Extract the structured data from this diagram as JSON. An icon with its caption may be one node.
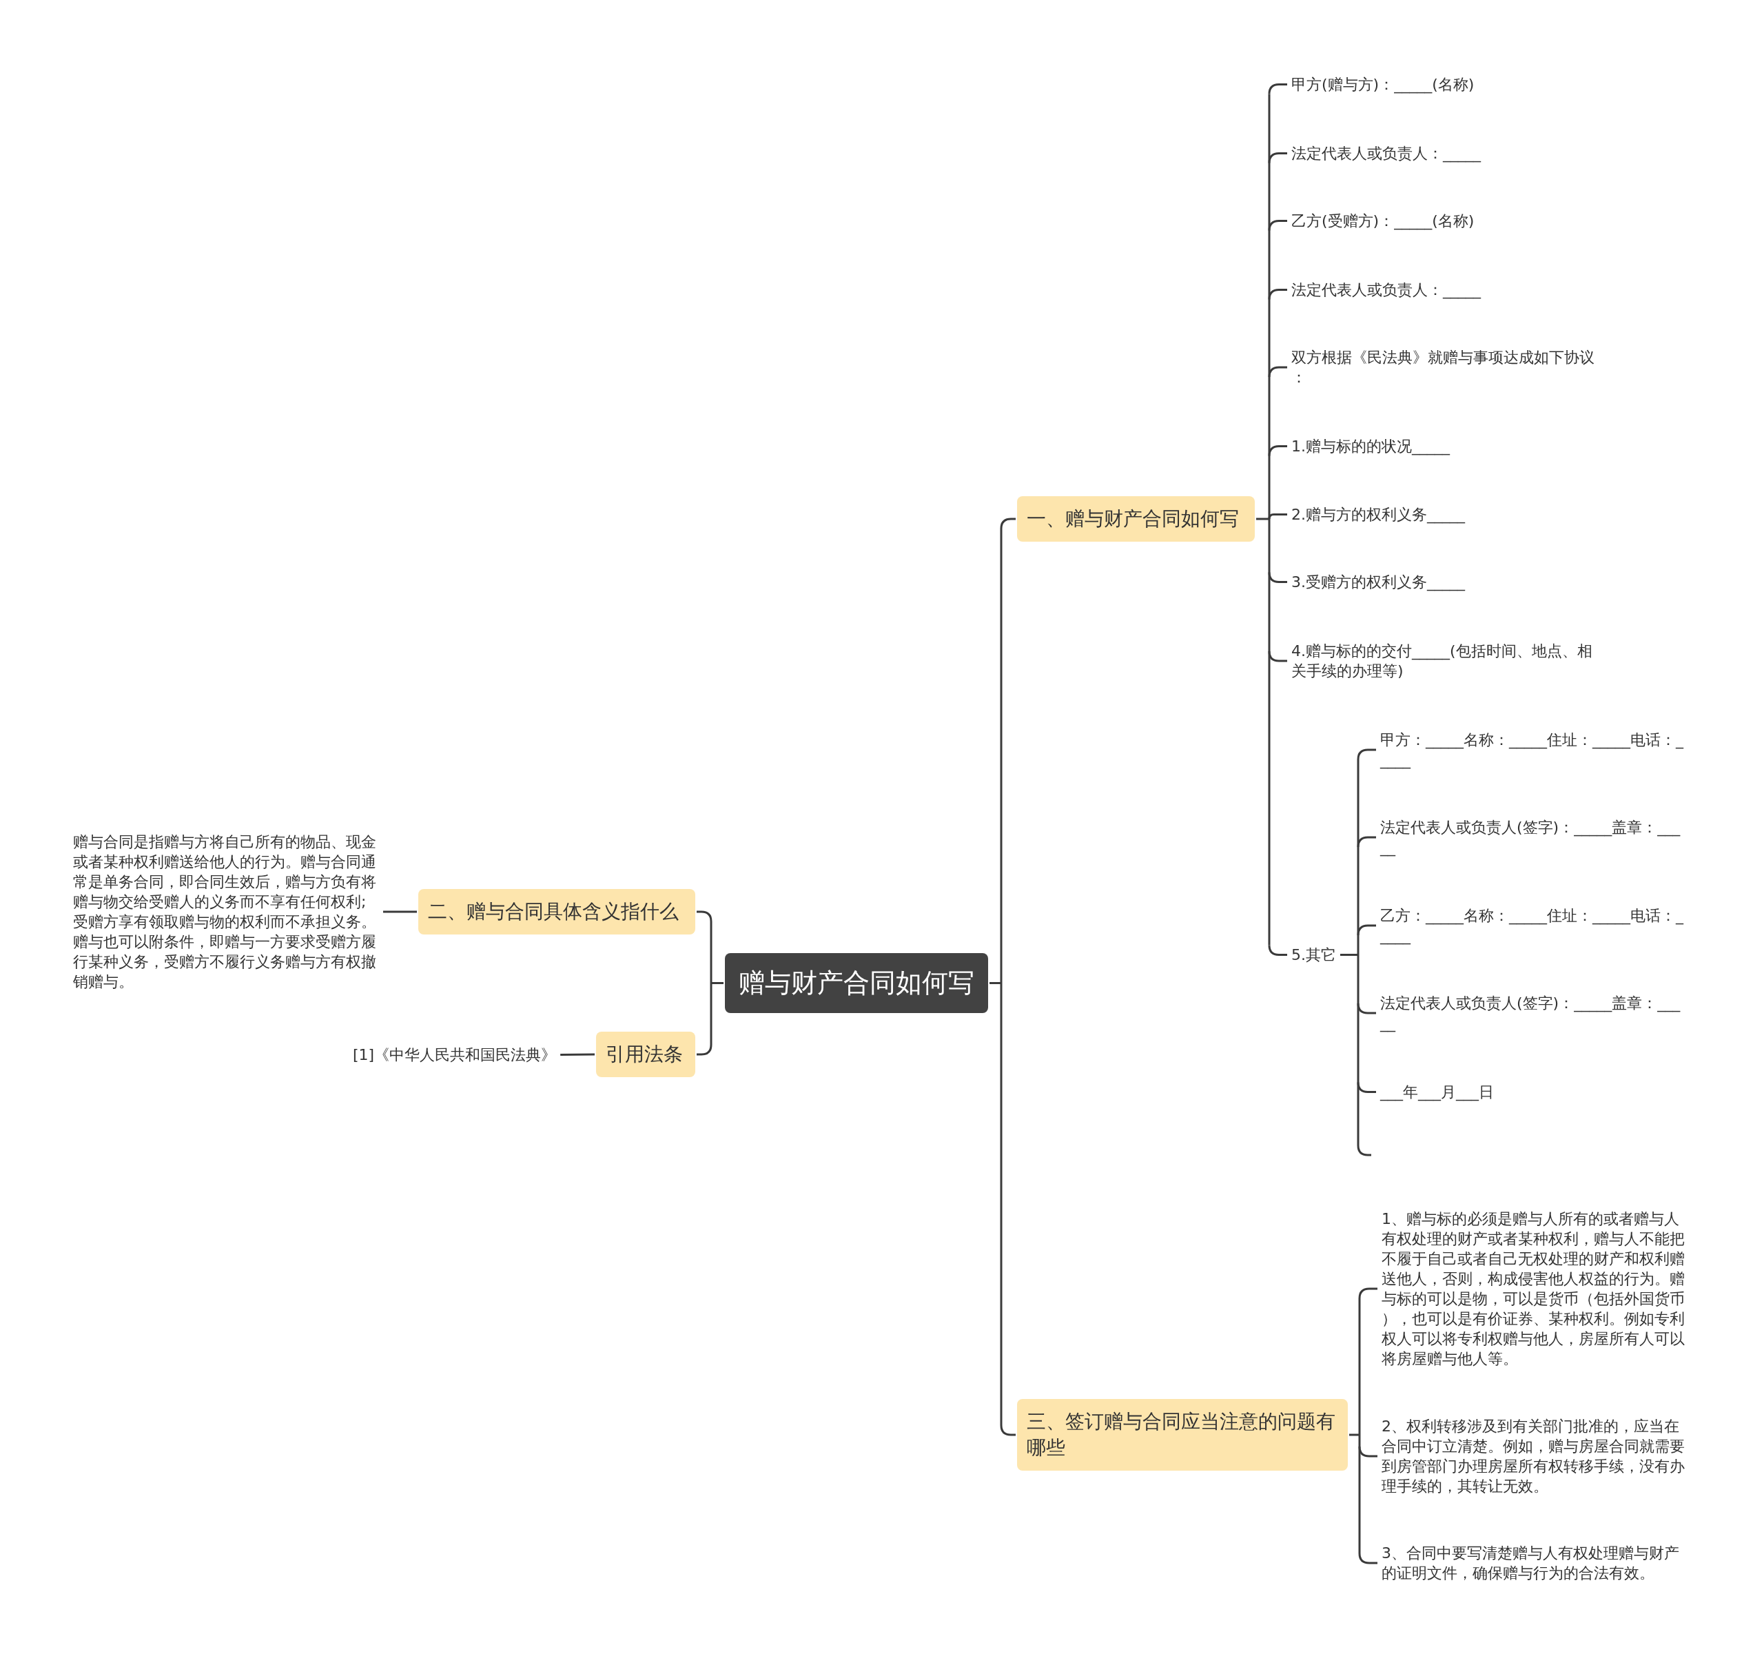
{
  "diagram": {
    "nodes": [
      {
        "text": [
          "赠与财产合同如何写"
        ]
      },
      {
        "text": [
          "一、赠与财产合同如何写"
        ]
      },
      {
        "text": [
          "甲方(赠与方)：_____(名称)"
        ]
      },
      {
        "text": [
          "法定代表人或负责人：_____"
        ]
      },
      {
        "text": [
          "乙方(受赠方)：_____(名称)"
        ]
      },
      {
        "text": [
          "法定代表人或负责人：_____"
        ]
      },
      {
        "text": [
          "双方根据《民法典》就赠与事项达成如下协议："
        ]
      },
      {
        "text": [
          "1.赠与标的的状况_____"
        ]
      },
      {
        "text": [
          "2.赠与方的权利义务_____"
        ]
      },
      {
        "text": [
          "3.受赠方的权利义务_____"
        ]
      },
      {
        "text": [
          "4.赠与标的的交付_____(包括时间、地点、相关手续的办理等)"
        ]
      },
      {
        "text": [
          "5.其它"
        ]
      },
      {
        "text": [
          "甲方：_____名称：_____住址：_____电话：_____"
        ]
      },
      {
        "text": [
          "法定代表人或负责人(签字)：_____盖章：_____"
        ]
      },
      {
        "text": [
          "乙方：_____名称：_____住址：_____电话：_____"
        ]
      },
      {
        "text": [
          "法定代表人或负责人(签字)：_____盖章：_____"
        ]
      },
      {
        "text": [
          "___年___月___日"
        ]
      },
      {
        "text": [
          "三、签订赠与合同应当注意的问题有哪些"
        ]
      },
      {
        "text": [
          "1、赠与标的必须是赠与人所有的或者赠与人有权处理的财产或者某种权利，赠与人不能把不履于自己或者自己无权处理的财产和权利赠送他人，否则，构成侵害他人权益的行为。赠与标的可以是物，可以是货币（包括外国货币），也可以是有价证券、某种权利。例如专利权人可以将专利权赠与他人，房屋所有人可以将房屋赠与他人等。"
        ]
      },
      {
        "text": [
          "2、权利转移涉及到有关部门批准的，应当在合同中订立清楚。例如，赠与房屋合同就需要到房管部门办理房屋所有权转移手续，没有办理手续的，其转让无效。"
        ]
      },
      {
        "text": [
          "3、合同中要写清楚赠与人有权处理赠与财产的证明文件，确保赠与行为的合法有效。"
        ]
      },
      {
        "text": [
          "二、赠与合同具体含义指什么"
        ]
      },
      {
        "text": [
          "赠与合同是指赠与方将自己所有的物品、现金或者某种权利赠送给他人的行为。赠与合同通常是单务合同，即合同生效后，赠与方负有将赠与物交给受赠人的义务而不享有任何权利;受赠方享有领取赠与物的权利而不承担义务。赠与也可以附条件，即赠与一方要求受赠方履行某种义务，受赠方不履行义务赠与方有权撤销赠与。"
        ]
      },
      {
        "text": [
          "引用法条"
        ]
      },
      {
        "text": [
          "[1]《中华人民共和国民法典》"
        ]
      }
    ],
    "edges": [
      {
        "from": 0,
        "to": 1,
        "arrow": "none"
      },
      {
        "from": 1,
        "to": 2,
        "arrow": "none"
      },
      {
        "from": 1,
        "to": 3,
        "arrow": "none"
      },
      {
        "from": 1,
        "to": 4,
        "arrow": "none"
      },
      {
        "from": 1,
        "to": 5,
        "arrow": "none"
      },
      {
        "from": 1,
        "to": 6,
        "arrow": "none"
      },
      {
        "from": 1,
        "to": 7,
        "arrow": "none"
      },
      {
        "from": 1,
        "to": 8,
        "arrow": "none"
      },
      {
        "from": 1,
        "to": 9,
        "arrow": "none"
      },
      {
        "from": 1,
        "to": 10,
        "arrow": "none"
      },
      {
        "from": 1,
        "to": 11,
        "arrow": "none"
      },
      {
        "from": 11,
        "to": 12,
        "arrow": "none"
      },
      {
        "from": 11,
        "to": 13,
        "arrow": "none"
      },
      {
        "from": 11,
        "to": 14,
        "arrow": "none"
      },
      {
        "from": 11,
        "to": 15,
        "arrow": "none"
      },
      {
        "from": 11,
        "to": 16,
        "arrow": "none"
      },
      {
        "from": 11,
        "to": null,
        "arrow": "none"
      },
      {
        "from": 0,
        "to": 17,
        "arrow": "none"
      },
      {
        "from": 17,
        "to": 18,
        "arrow": "none"
      },
      {
        "from": 17,
        "to": 19,
        "arrow": "none"
      },
      {
        "from": 17,
        "to": 20,
        "arrow": "none"
      },
      {
        "from": 0,
        "to": 21,
        "arrow": "none"
      },
      {
        "from": 21,
        "to": 22,
        "arrow": "none"
      },
      {
        "from": 0,
        "to": 23,
        "arrow": "none"
      },
      {
        "from": 23,
        "to": 24,
        "arrow": "none"
      }
    ]
  }
}
